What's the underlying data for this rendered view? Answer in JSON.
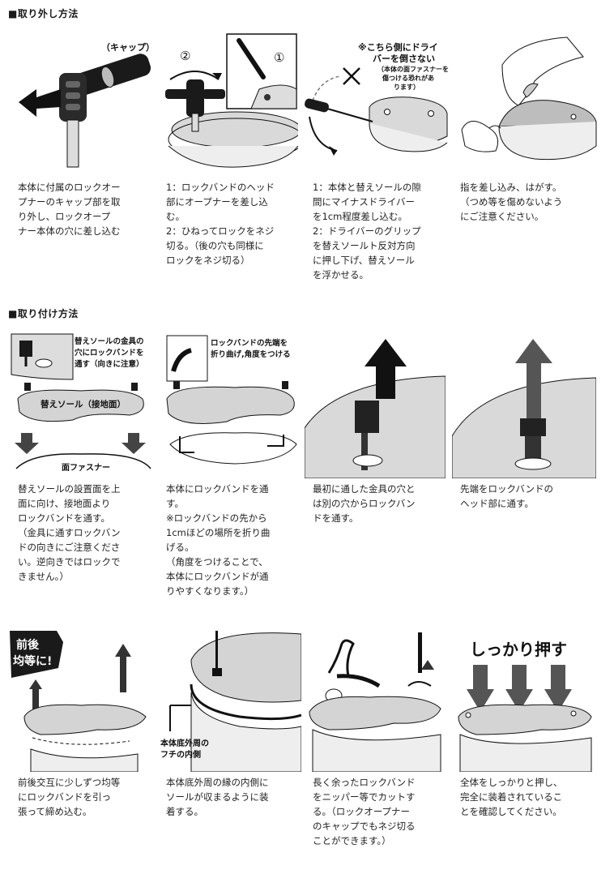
{
  "section_removal": {
    "title": "■取り外し方法",
    "steps": [
      {
        "callouts": [
          "（キャップ）"
        ],
        "text": "本体に付属のロックオー\nプナーのキャップ部を取\nり外し、ロックオープ\nナー本体の穴に差し込む"
      },
      {
        "callouts": [
          "②",
          "①"
        ],
        "text": "1：ロックバンドのヘッド\n部にオープナーを差し込\nむ。\n2：ひねってロックをネジ\n切る。（後の穴も同様に\nロックをネジ切る）"
      },
      {
        "callouts": [
          "※こちら側にドライ",
          "バーを倒さない",
          "（本体の面ファスナーを",
          "傷つける恐れがあ",
          "ります）"
        ],
        "text": "1：本体と替えソールの隙\n間にマイナスドライバー\nを1cm程度差し込む。\n2：ドライバーのグリップ\nを替えソールト反対方向\nに押し下げ、替えソール\nを浮かせる。"
      },
      {
        "callouts": [],
        "text": "指を差し込み、はがす。\n（つめ等を傷めないよう\nにご注意ください。"
      }
    ]
  },
  "section_attach": {
    "title": "■取り付け方法",
    "steps": [
      {
        "callouts": [
          "替えソールの金具の",
          "穴にロックバンドを",
          "通す（向きに注意）",
          "替えソール（接地面）",
          "面ファスナー"
        ],
        "text": "替えソールの設置面を上\n面に向け、接地面より\nロックバンドを通す。\n（金具に通すロックバン\nドの向きにご注意くださ\nい。逆向きではロックで\nきません。）"
      },
      {
        "callouts": [
          "ロックバンドの先端を",
          "折り曲げ,角度をつける"
        ],
        "text": "本体にロックバンドを通\nす。\n※ロックバンドの先から\n1cmほどの場所を折り曲\nげる。\n（角度をつけることで、\n本体にロックバンドが通\nりやすくなります。）"
      },
      {
        "callouts": [],
        "text": "最初に通した金具の穴と\nは別の穴からロックバン\nドを通す。"
      },
      {
        "callouts": [],
        "text": "先端をロックバンドの\nヘッド部に通す。"
      },
      {
        "callouts": [
          "前後",
          "均等に!"
        ],
        "text": "前後交互に少しずつ均等\nにロックバンドを引っ\n張って締め込む。"
      },
      {
        "callouts": [
          "本体底外周の",
          "フチの内側"
        ],
        "text": "本体底外周の縁の内側に\nソールが収まるように装\n着する。"
      },
      {
        "callouts": [],
        "text": "長く余ったロックバンド\nをニッパー等でカットす\nる。（ロックオープナー\nのキャップでもネジ切る\nことができます。）"
      },
      {
        "callouts": [
          "しっかり押す"
        ],
        "text": "全体をしっかりと押し、\n完全に装着されているこ\nとを確認してください。"
      }
    ]
  }
}
